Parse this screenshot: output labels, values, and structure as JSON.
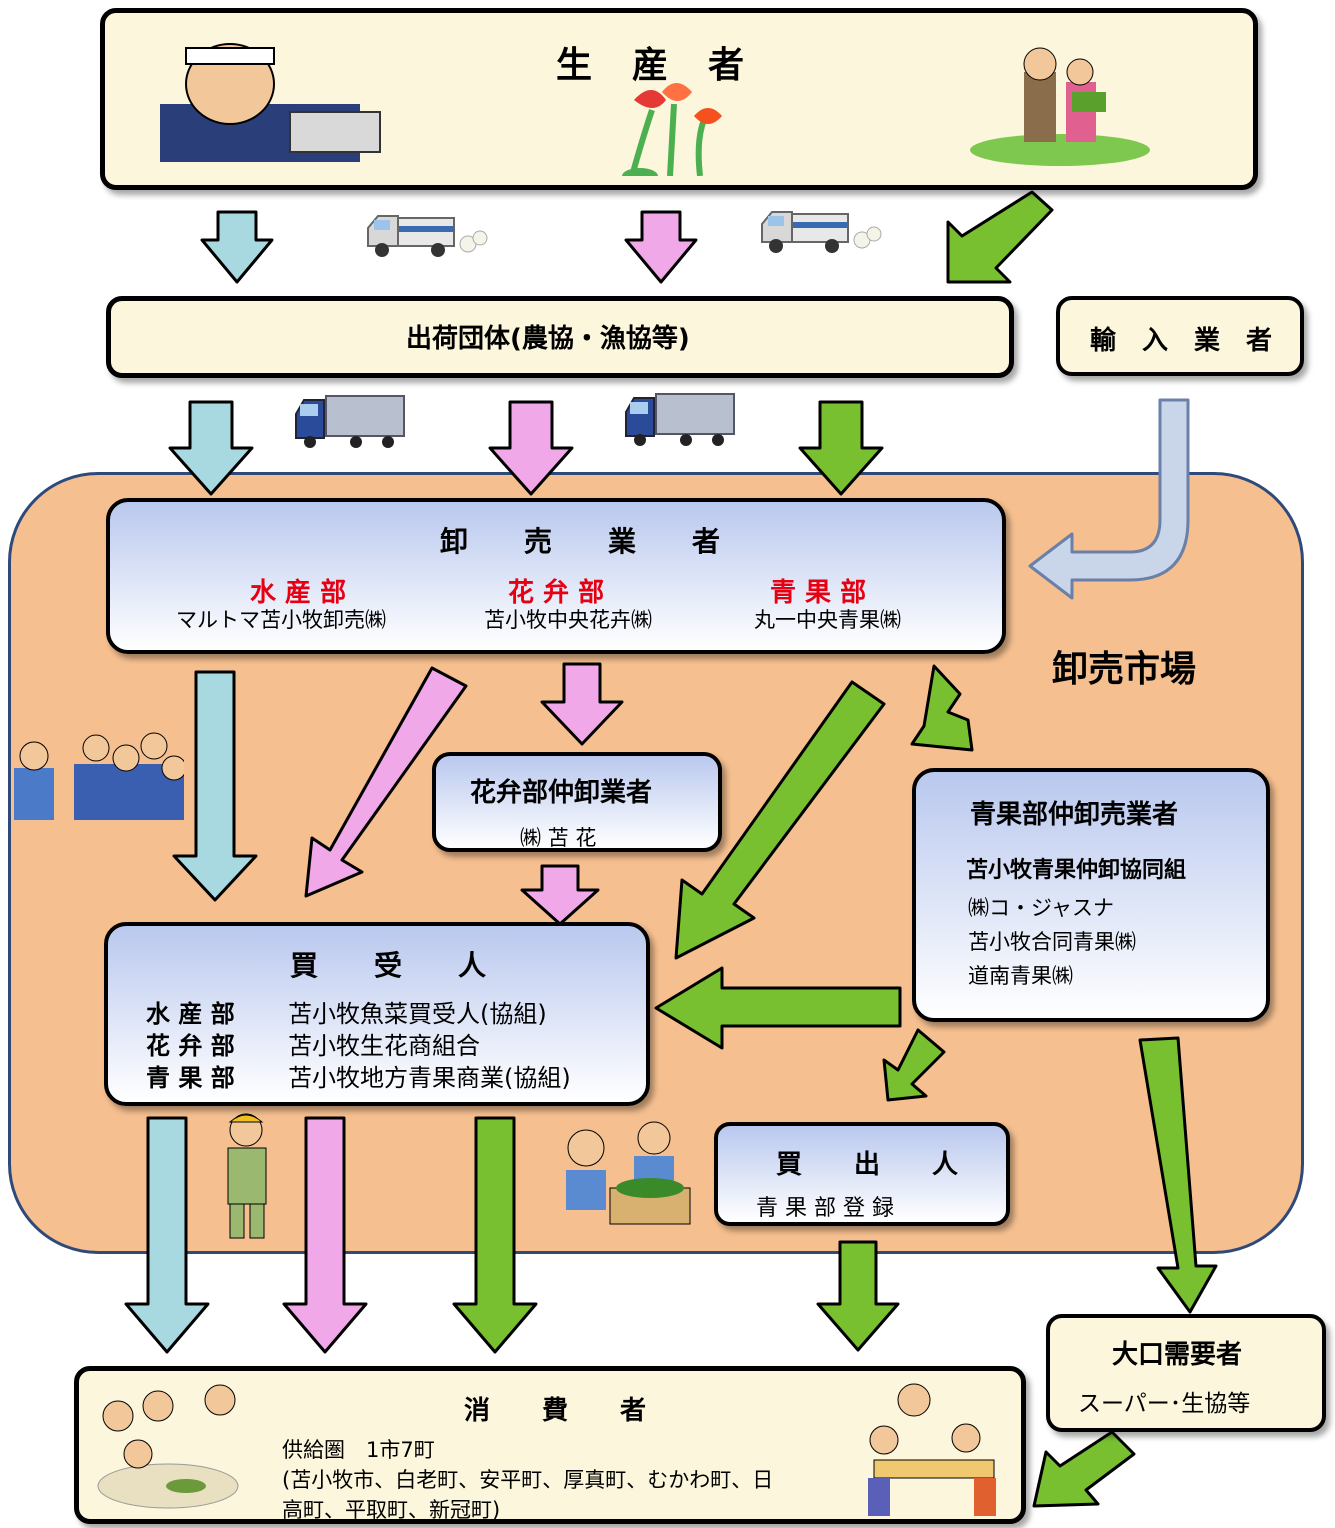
{
  "producer": {
    "title": "生　産　者"
  },
  "shipping_org": {
    "title": "出荷団体(農協・漁協等)"
  },
  "importer": {
    "title": "輸　入　業　者"
  },
  "wholesaler": {
    "title": "卸　　売　　業　　者",
    "divisions": [
      {
        "name": "水 産 部",
        "company": "マルトマ苫小牧卸売㈱"
      },
      {
        "name": "花 弁 部",
        "company": "苫小牧中央花卉㈱"
      },
      {
        "name": "青 果 部",
        "company": "丸一中央青果㈱"
      }
    ]
  },
  "market_label": "卸売市場",
  "flower_broker": {
    "title": "花弁部仲卸業者",
    "name": "㈱ 苫 花"
  },
  "produce_broker": {
    "title": "青果部仲卸売業者",
    "coop": "苫小牧青果仲卸協同組",
    "members": [
      "㈱コ・ジャスナ",
      "苫小牧合同青果㈱",
      "道南青果㈱"
    ]
  },
  "buyers": {
    "title": "買　　受　　人",
    "rows": [
      {
        "div": "水 産 部",
        "name": "苫小牧魚菜買受人(協組)"
      },
      {
        "div": "花 弁 部",
        "name": "苫小牧生花商組合"
      },
      {
        "div": "青 果 部",
        "name": "苫小牧地方青果商業(協組)"
      }
    ]
  },
  "purchaser": {
    "title": "買　　出　　人",
    "sub": "青 果 部 登 録"
  },
  "large_buyer": {
    "title": "大口需要者",
    "sub": "スーパー･生協等"
  },
  "consumer": {
    "title": "消　　費　　者",
    "area": "供給圏　1市7町",
    "towns_line1": "(苫小牧市、白老町、安平町、厚真町、むかわ町、日",
    "towns_line2": "高町、平取町、新冠町)"
  },
  "colors": {
    "seafood": "#a8d8e0",
    "flower": "#f0a8e8",
    "produce": "#78c030",
    "market_bg": "#f5bf8f",
    "box_cream": "#fbf6dc"
  },
  "icons": [
    "fisherman-icon",
    "tulip-icon",
    "farmer-icon",
    "truck-icon",
    "lorry-icon",
    "worker-group-icon",
    "worker-icon",
    "consumer-family-icon"
  ]
}
